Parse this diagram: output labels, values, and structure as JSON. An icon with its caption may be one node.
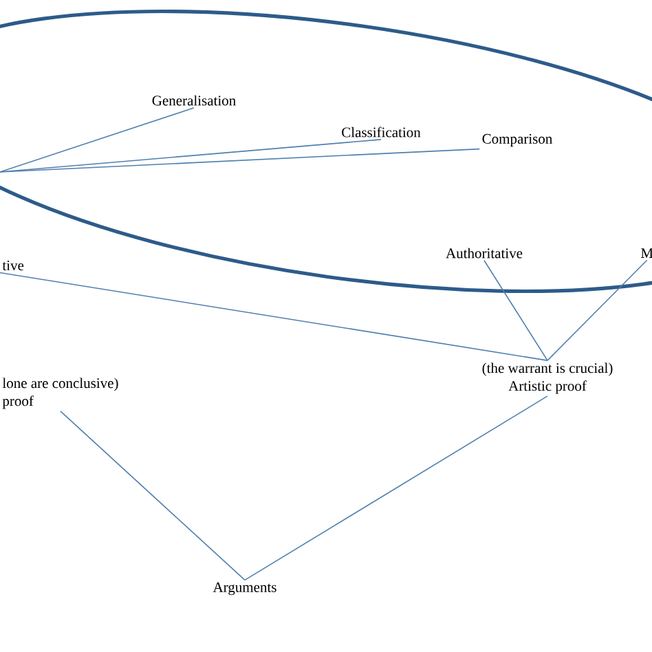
{
  "diagram": {
    "nodes": [
      {
        "text": [],
        "shape": "ellipse"
      },
      {
        "text": [
          "Generalisation"
        ],
        "in": 0
      },
      {
        "text": [
          "Classification"
        ],
        "in": 0
      },
      {
        "text": [
          "Comparison"
        ],
        "in": 0
      },
      {
        "text": [
          "Authoritative"
        ],
        "in": 0
      },
      {
        "text": [
          "M"
        ],
        "in": 0
      },
      {
        "text": [
          "tive"
        ]
      },
      {
        "text": [
          "(the warrant is crucial)",
          "Artistic proof"
        ]
      },
      {
        "text": [
          "lone are conclusive)",
          "proof"
        ]
      },
      {
        "text": [
          "Arguments"
        ]
      }
    ],
    "edges": [
      {
        "from": null,
        "to": 1,
        "arrow": "none"
      },
      {
        "from": null,
        "to": 2,
        "arrow": "none"
      },
      {
        "from": null,
        "to": 3,
        "arrow": "none"
      },
      {
        "from": 7,
        "to": 6,
        "arrow": "none"
      },
      {
        "from": 7,
        "to": 4,
        "arrow": "none"
      },
      {
        "from": 7,
        "to": 5,
        "arrow": "none"
      },
      {
        "from": 9,
        "to": 8,
        "arrow": "none"
      },
      {
        "from": 9,
        "to": 7,
        "arrow": "none"
      }
    ]
  }
}
